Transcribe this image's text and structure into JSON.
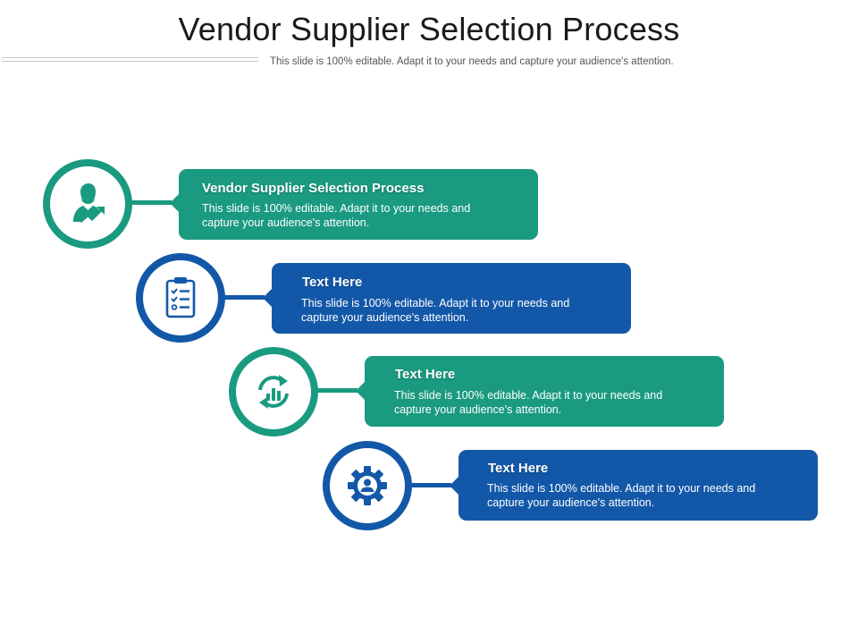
{
  "slide": {
    "title": "Vendor Supplier Selection Process",
    "subtitle": "This slide is 100% editable. Adapt it to your needs and capture your audience's attention."
  },
  "colors": {
    "green": "#1a9a80",
    "blue": "#1358a8"
  },
  "steps": [
    {
      "heading": "Vendor Supplier Selection Process",
      "body": "This slide is 100% editable. Adapt it to your needs and capture your audience's attention.",
      "icon": "businesswoman-growth-icon",
      "color": "green"
    },
    {
      "heading": "Text Here",
      "body": "This slide is 100% editable. Adapt it to your needs and capture your audience's attention.",
      "icon": "clipboard-checklist-icon",
      "color": "blue"
    },
    {
      "heading": "Text Here",
      "body": "This slide is 100% editable. Adapt it to your needs and capture your audience's attention.",
      "icon": "refresh-chart-icon",
      "color": "green"
    },
    {
      "heading": "Text Here",
      "body": "This slide is 100% editable. Adapt it to your needs and capture your audience's attention.",
      "icon": "gear-person-icon",
      "color": "blue"
    }
  ]
}
